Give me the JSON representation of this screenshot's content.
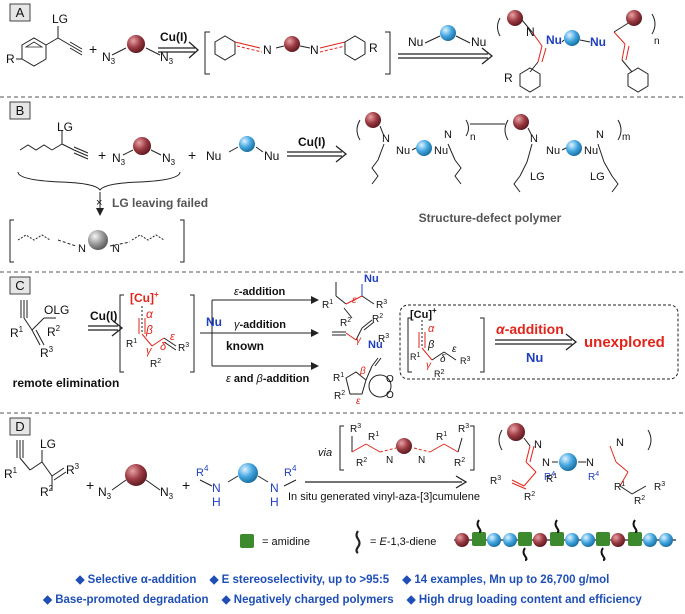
{
  "panels": {
    "A": {
      "label": "A",
      "reagent_lg": "LG",
      "reagent_r": "R",
      "plus": "+",
      "n3_left": "N",
      "n3_right": "N",
      "sub3": "3",
      "catalyst": "Cu(I)",
      "intermediate_n1": "N",
      "intermediate_n2": "N",
      "intermediate_r": "R",
      "nu_left": "Nu",
      "nu_right": "Nu",
      "product_n": "N",
      "product_nu1": "Nu",
      "product_nu2": "Nu",
      "product_r": "R",
      "product_subscript": "n"
    },
    "B": {
      "label": "B",
      "reagent_lg": "LG",
      "plus": "+",
      "n3": "N",
      "sub3": "3",
      "nu": "Nu",
      "catalyst": "Cu(I)",
      "failed_label": "LG leaving failed",
      "cross": "×",
      "intermediate_n": "N",
      "product_n": "N",
      "product_nu": "Nu",
      "product_lg": "LG",
      "sub_n": "n",
      "sub_m": "m",
      "caption": "Structure-defect polymer"
    },
    "C": {
      "label": "C",
      "reagent_olg": "OLG",
      "r1": "R",
      "r2": "R",
      "r3": "R",
      "sup1": "1",
      "sup2": "2",
      "sup3": "3",
      "catalyst": "Cu(I)",
      "caption": "remote elimination",
      "cu_complex": "[Cu]",
      "cu_charge": "+",
      "alpha": "α",
      "beta": "β",
      "gamma": "γ",
      "delta": "δ",
      "epsilon": "ε",
      "nu": "Nu",
      "known": "known",
      "path1": "-addition",
      "path2": "-addition",
      "path3_prefix": " and ",
      "path3_suffix": "-addition",
      "alpha_addition": "-addition",
      "unexplored": "unexplored",
      "o_label": "O"
    },
    "D": {
      "label": "D",
      "reagent_lg": "LG",
      "r1": "R",
      "r2": "R",
      "r3": "R",
      "r4": "R",
      "sup1": "1",
      "sup2": "2",
      "sup3": "3",
      "sup4": "4",
      "plus": "+",
      "n3": "N",
      "sub3": "3",
      "nh_n": "N",
      "nh_h": "H",
      "via": "via",
      "intermediate_n": "N",
      "in_situ": "In situ generated vinyl-aza-[3]cumulene",
      "product_n": "N",
      "legend_amidine": "= amidine",
      "legend_diene_prefix": "= ",
      "legend_diene_e": "E",
      "legend_diene_suffix": "-1,3-diene"
    }
  },
  "footer": {
    "row1": [
      "◆ Selective α-addition",
      "◆ E stereoselectivity, up to >95:5",
      "◆ 14 examples, Mn up to 26,700 g/mol"
    ],
    "row2": [
      "◆ Base-promoted degradation",
      "◆ Negatively charged polymers",
      "◆ High drug loading content and efficiency"
    ]
  },
  "colors": {
    "azide_sphere": "#9c3b43",
    "nucleophile_sphere": "#43a6e0",
    "amidine": "#3d8a2e",
    "accent_red": "#e1251b",
    "accent_blue": "#1f3fbf",
    "footer": "#1f4fb5",
    "panel_label_bg": "#e6e6e6"
  },
  "icons": [
    "azide-sphere-icon",
    "nucleophile-sphere-icon",
    "amidine-square-icon",
    "diene-squiggle-icon",
    "gray-sphere-icon"
  ]
}
